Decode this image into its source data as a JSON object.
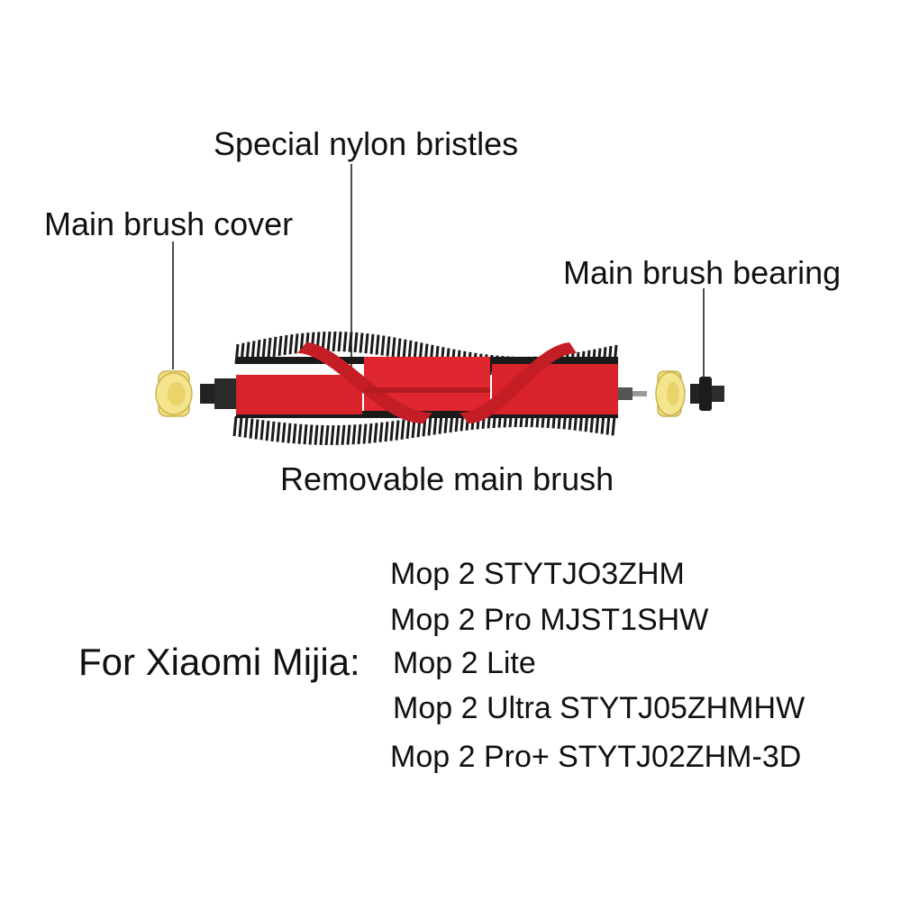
{
  "callouts": {
    "nylon_bristles": "Special nylon bristles",
    "brush_cover": "Main brush cover",
    "brush_bearing": "Main brush bearing",
    "main_brush": "Removable main brush"
  },
  "compatibility": {
    "heading": "For Xiaomi Mijia:",
    "models": [
      "Mop 2 STYTJO3ZHM",
      "Mop 2 Pro MJST1SHW",
      "Mop 2 Lite",
      "Mop 2 Ultra STYTJ05ZHMHW",
      "Mop 2 Pro+ STYTJ02ZHM-3D"
    ]
  },
  "colors": {
    "brush_body": "#d9222a",
    "bristles": "#1a1a1a",
    "cover": "#f2df7a",
    "bearing": "#222222",
    "axle": "#9a9a9a"
  }
}
